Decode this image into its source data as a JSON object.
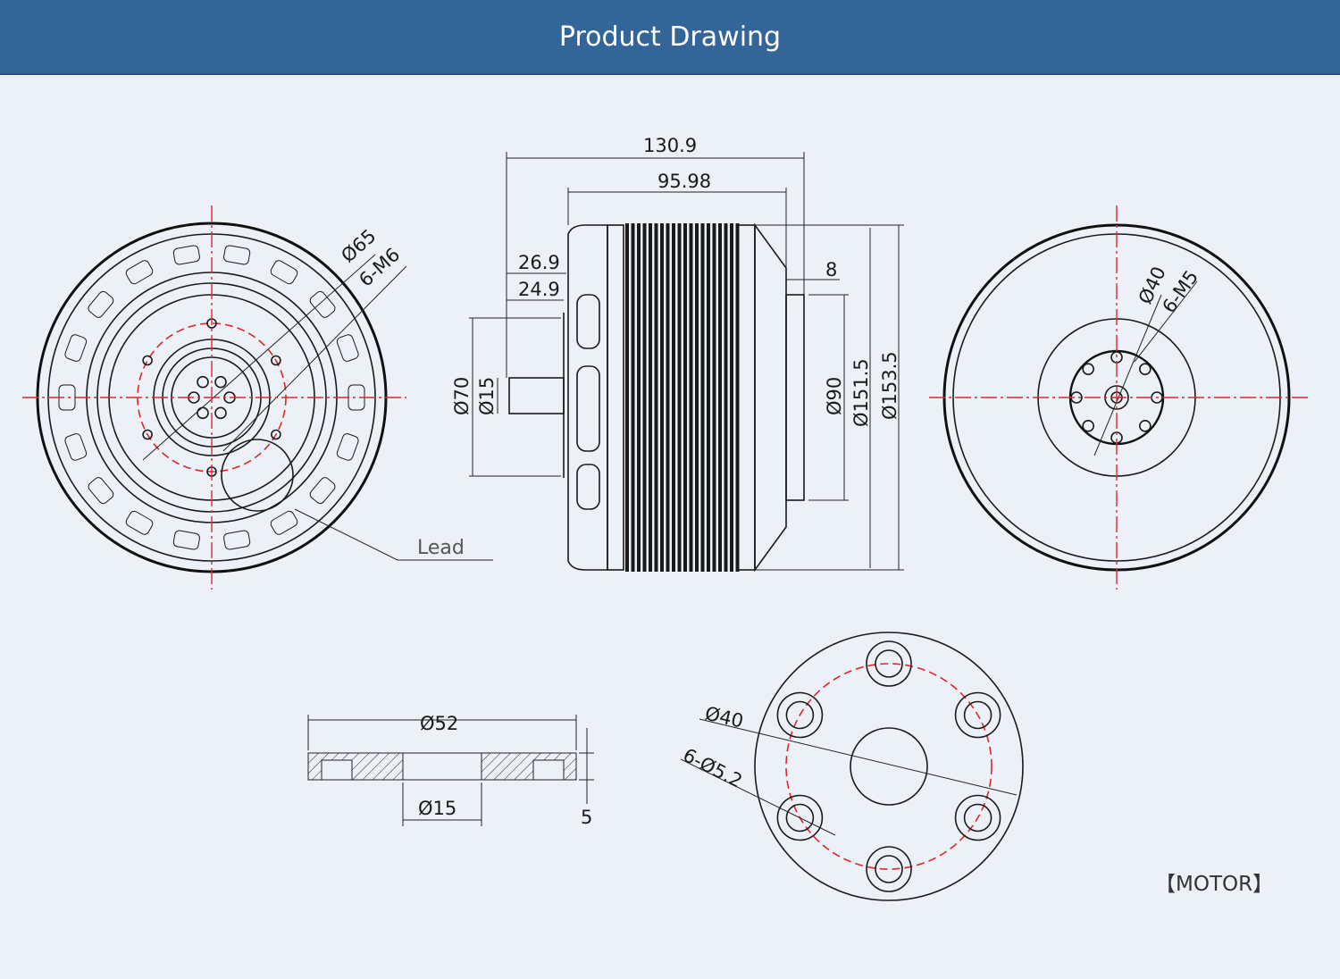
{
  "header": {
    "title": "Product Drawing"
  },
  "front_view": {
    "dia_pcd": "Ø65",
    "holes": "6-M6",
    "lead_label": "Lead"
  },
  "side_view": {
    "overall_length": "130.9",
    "body_length": "95.98",
    "shaft_26": "26.9",
    "shaft_24": "24.9",
    "dia_flange": "Ø70",
    "dia_shaft": "Ø15",
    "rear_boss": "8",
    "dia_90": "Ø90",
    "dia_151": "Ø151.5",
    "dia_153": "Ø153.5"
  },
  "rear_view": {
    "dia_pcd": "Ø40",
    "holes": "6-M5"
  },
  "mount_section": {
    "dia_outer": "Ø52",
    "dia_inner": "Ø15",
    "thickness": "5"
  },
  "mount_plate": {
    "dia_pcd": "Ø40",
    "holes": "6-Ø5.2"
  },
  "footer": {
    "label": "【MOTOR】"
  },
  "colors": {
    "header": "#336599",
    "background": "#ecf1f7",
    "centerline": "#e0262b"
  }
}
